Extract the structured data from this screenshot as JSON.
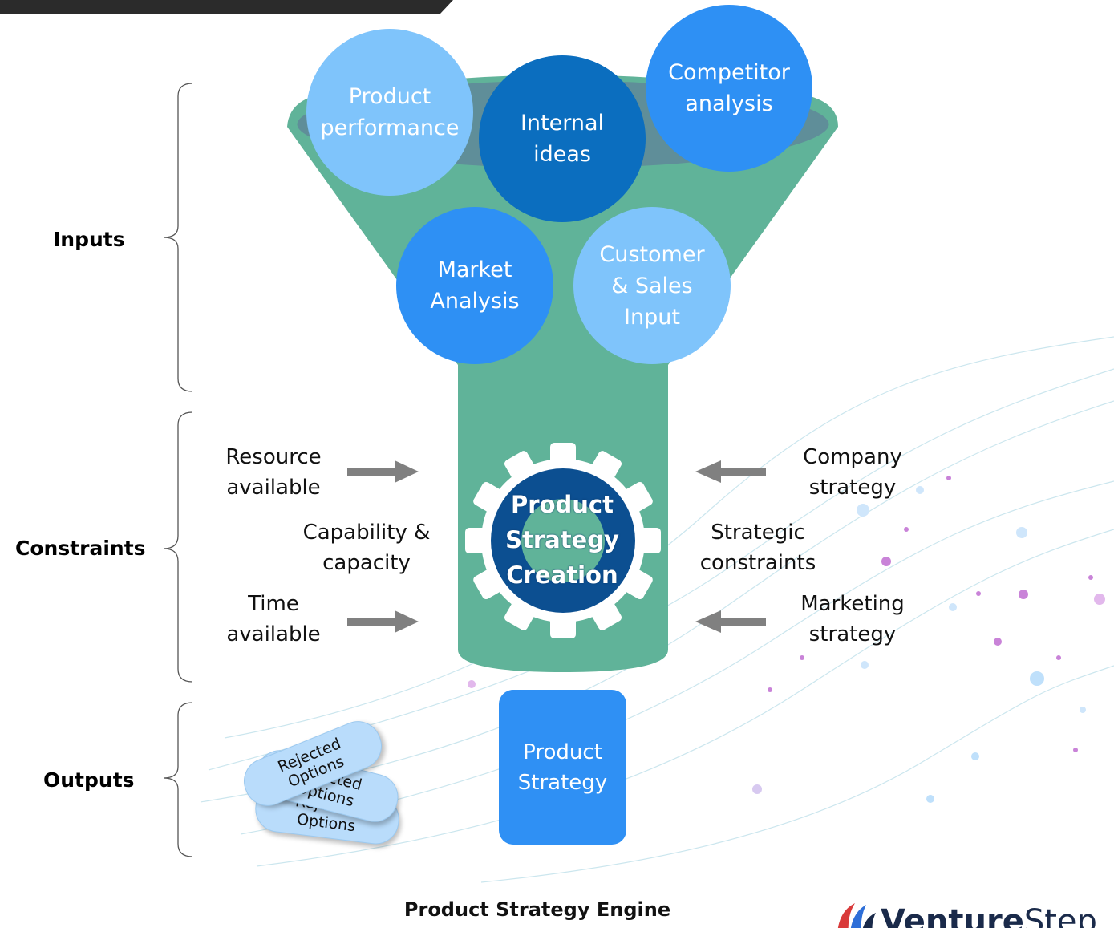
{
  "sections": {
    "inputs": "Inputs",
    "constraints": "Constraints",
    "outputs": "Outputs"
  },
  "inputs": {
    "product_performance": "Product\nperformance",
    "internal_ideas": "Internal\nideas",
    "competitor_analysis": "Competitor\nanalysis",
    "market_analysis": "Market\nAnalysis",
    "customer_sales": "Customer\n& Sales\nInput"
  },
  "constraints": {
    "resource": "Resource\navailable",
    "capability": "Capability &\ncapacity",
    "time": "Time\navailable",
    "company": "Company\nstrategy",
    "strategic": "Strategic\nconstraints",
    "marketing": "Marketing\nstrategy"
  },
  "engine": {
    "gear_label": "Product\nStrategy\nCreation"
  },
  "outputs": {
    "product_strategy": "Product\nStrategy",
    "rejected_1": "Rejected\nOptions",
    "rejected_2": "Rejected\nOptions",
    "rejected_3": "Rejected\nOptions"
  },
  "footer": {
    "title": "Product Strategy Engine"
  },
  "logo": {
    "bold": "Venture",
    "light": "Step"
  },
  "colors": {
    "funnel": "#60b399",
    "funnel_mouth": "#5f8e99",
    "light_blue": "#7fc4fb",
    "mid_blue": "#2e90f4",
    "dark_blue": "#0b6ebf",
    "gear_ring": "#0c4f91",
    "arrow": "#808080"
  }
}
